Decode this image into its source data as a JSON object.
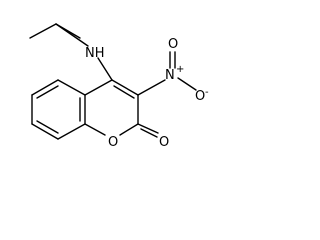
{
  "molecule": {
    "atoms": {
      "amine_nh": "NH",
      "nitro_n": "N",
      "nitro_plus": "+",
      "nitro_o_top": "O",
      "nitro_o_right": "O",
      "nitro_minus": "-",
      "ring_o": "O",
      "carbonyl_o": "O"
    }
  }
}
